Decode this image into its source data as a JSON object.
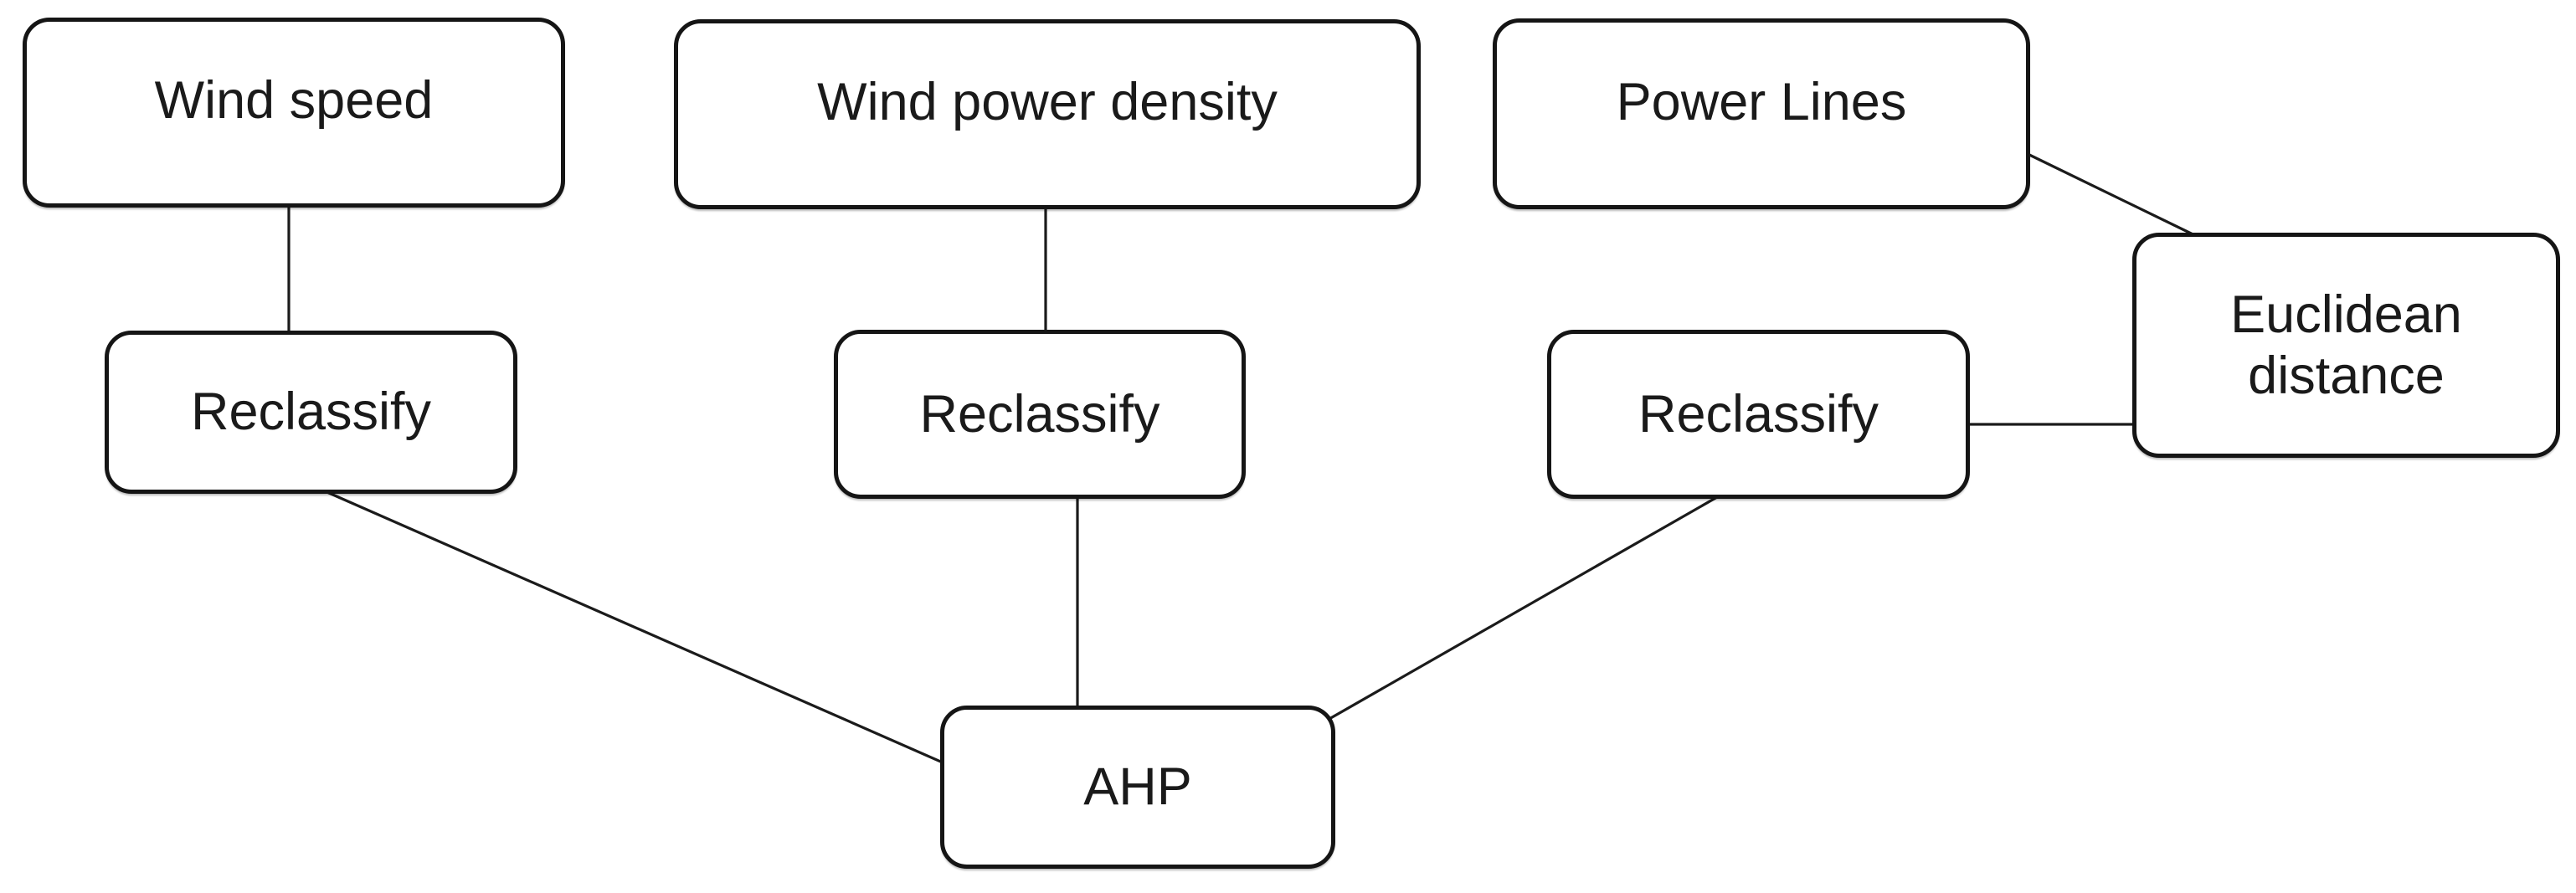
{
  "diagram": {
    "type": "flowchart",
    "background_color": "#ffffff",
    "box_fill_color": "#ffffff",
    "box_border_color": "#151515",
    "line_color": "#1b1b1b",
    "text_color": "#1a1a1a",
    "nodes": [
      {
        "id": "wind-speed",
        "label": "Wind speed"
      },
      {
        "id": "wind-power-density",
        "label": "Wind power density"
      },
      {
        "id": "power-lines",
        "label": "Power Lines"
      },
      {
        "id": "euclidean-distance",
        "label": "Euclidean distance"
      },
      {
        "id": "reclassify-wind-speed",
        "label": "Reclassify"
      },
      {
        "id": "reclassify-wind-power-density",
        "label": "Reclassify"
      },
      {
        "id": "reclassify-power-lines",
        "label": "Reclassify"
      },
      {
        "id": "ahp",
        "label": "AHP"
      }
    ],
    "edges": [
      {
        "from": "wind-speed",
        "to": "reclassify-wind-speed"
      },
      {
        "from": "wind-power-density",
        "to": "reclassify-wind-power-density"
      },
      {
        "from": "power-lines",
        "to": "euclidean-distance"
      },
      {
        "from": "euclidean-distance",
        "to": "reclassify-power-lines"
      },
      {
        "from": "reclassify-wind-speed",
        "to": "ahp"
      },
      {
        "from": "reclassify-wind-power-density",
        "to": "ahp"
      },
      {
        "from": "reclassify-power-lines",
        "to": "ahp"
      }
    ]
  }
}
